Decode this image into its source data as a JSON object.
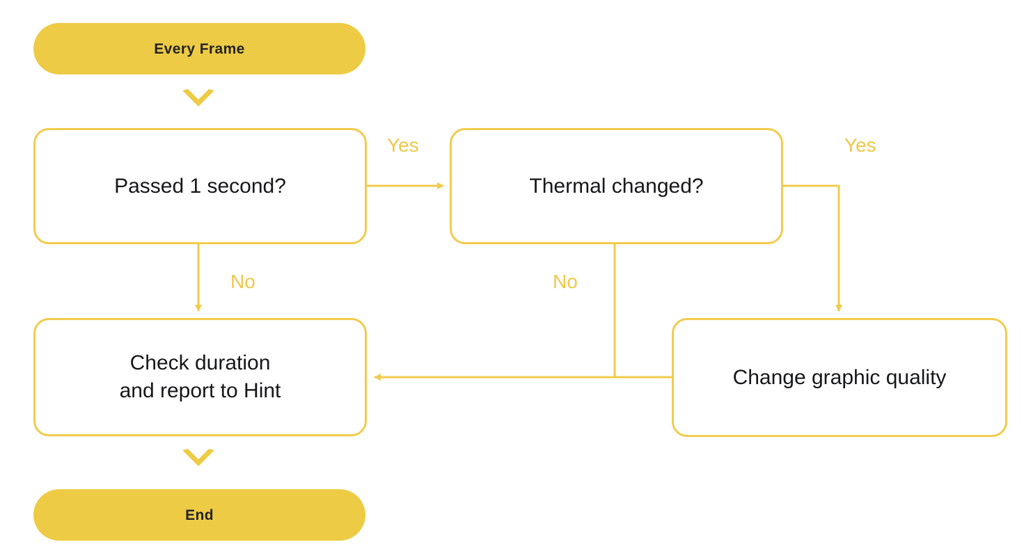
{
  "diagram": {
    "title": "Every Frame thermal check flow",
    "accent_color": "#EECB45",
    "border_color": "#F1CB4E",
    "label_color": "#EEC84A",
    "text_color": "#15171A",
    "background_color": "#FFFFFF"
  },
  "nodes": {
    "start": {
      "label": "Every Frame",
      "shape": "pill"
    },
    "passed_one_second": {
      "label": "Passed 1 second?",
      "shape": "decision"
    },
    "thermal_changed": {
      "label": "Thermal changed?",
      "shape": "decision"
    },
    "check_duration": {
      "label": "Check duration\nand report to Hint",
      "shape": "process"
    },
    "change_quality": {
      "label": "Change graphic quality",
      "shape": "process"
    },
    "end": {
      "label": "End",
      "shape": "pill"
    }
  },
  "edge_labels": {
    "passed_yes": "Yes",
    "passed_no": "No",
    "thermal_yes": "Yes",
    "thermal_no": "No"
  },
  "icons": {
    "chevron_start": "chevron-down-icon",
    "chevron_end": "chevron-down-icon"
  }
}
